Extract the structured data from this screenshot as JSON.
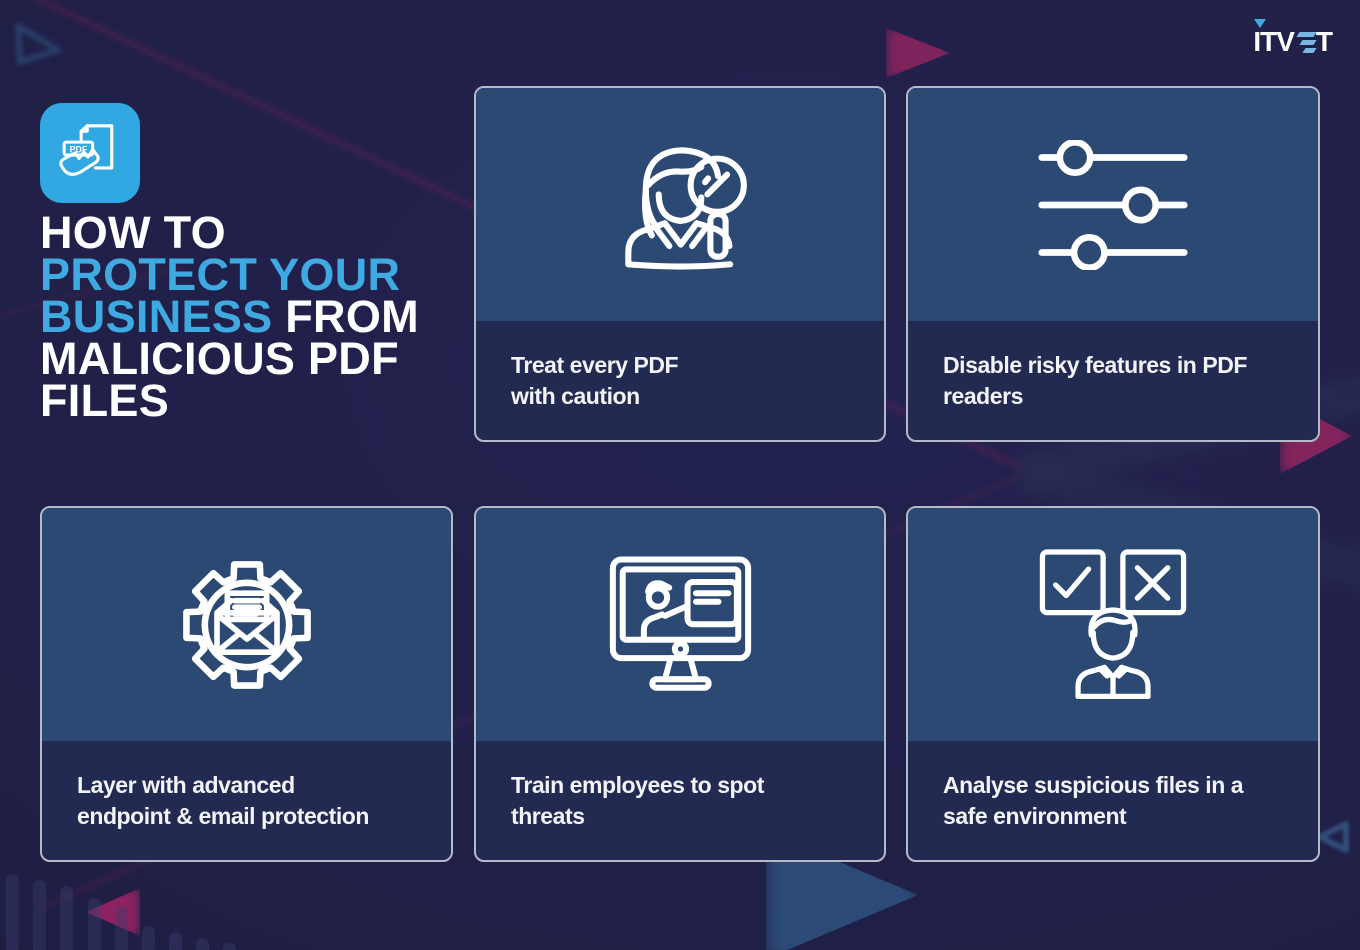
{
  "colors": {
    "bg": "#201F46",
    "card-top": "#2B4972",
    "card-bottom": "#232A52",
    "card-border": "#B5BAC9",
    "accent": "#3FA9E1",
    "badge-bg": "#31A8E1",
    "magenta": "#8E2560",
    "steel": "#2D4E7A",
    "text": "#F2F4F8"
  },
  "logo": {
    "left": "ITV",
    "right": "T"
  },
  "badge": {
    "label": "PDF",
    "icon": "pdf-hand-icon"
  },
  "title": {
    "l1": "HOW TO",
    "l2": "PROTECT YOUR",
    "l3a": "BUSINESS",
    "l3b": " FROM",
    "l4": "MALICIOUS PDF",
    "l5": "FILES"
  },
  "cards": [
    {
      "id": "treat-every-pdf",
      "icon": "analyst-magnifier-icon",
      "line1": "Treat every PDF",
      "line2": "with caution"
    },
    {
      "id": "disable-risky-features",
      "icon": "slider-controls-icon",
      "line1": "Disable risky features in PDF",
      "line2": "readers"
    },
    {
      "id": "layer-protection",
      "icon": "gear-envelope-icon",
      "line1": "Layer with advanced",
      "line2": "endpoint & email protection"
    },
    {
      "id": "train-employees",
      "icon": "training-monitor-icon",
      "line1": "Train employees to spot",
      "line2": "threats"
    },
    {
      "id": "analyse-files",
      "icon": "check-cross-person-icon",
      "line1": "Analyse suspicious files in a",
      "line2": "safe environment"
    }
  ]
}
